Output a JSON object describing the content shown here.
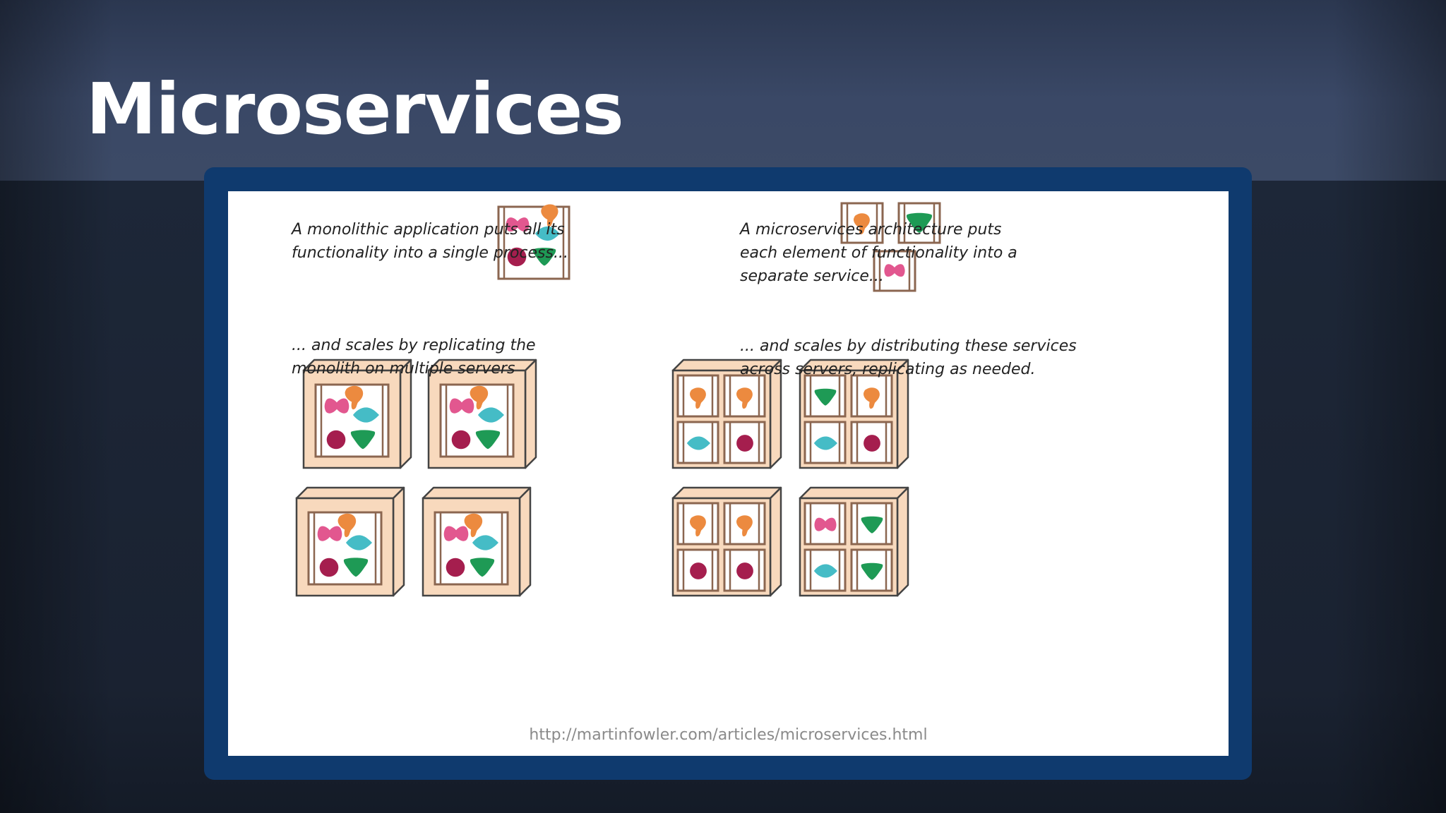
{
  "slide": {
    "title": "Microservices"
  },
  "diagram": {
    "monolith_text_1": [
      "A monolithic application puts all its",
      "functionality into a single process..."
    ],
    "monolith_text_2": [
      "... and scales by replicating the",
      "monolith on multiple servers"
    ],
    "micro_text_1": [
      "A microservices architecture puts",
      "each element of functionality into a",
      "separate service..."
    ],
    "micro_text_2": [
      "... and scales by distributing these services",
      "across servers, replicating as needed."
    ],
    "source_url": "http://martinfowler.com/articles/microservices.html",
    "colors": {
      "pink": "#e2578f",
      "orange": "#ec8a3f",
      "teal": "#45bcc6",
      "crimson": "#a51e4e",
      "green": "#1e9a55",
      "server_fill": "#f8d9bd",
      "outline": "#444444",
      "process_frame": "#8b6650"
    },
    "monolith_servers": [
      {
        "shapes": [
          "pink",
          "orange",
          "teal",
          "crimson",
          "green"
        ]
      },
      {
        "shapes": [
          "pink",
          "orange",
          "teal",
          "crimson",
          "green"
        ]
      },
      {
        "shapes": [
          "pink",
          "orange",
          "teal",
          "crimson",
          "green"
        ]
      },
      {
        "shapes": [
          "pink",
          "orange",
          "teal",
          "crimson",
          "green"
        ]
      }
    ],
    "microservice_servers": [
      {
        "cells": [
          "orange",
          "orange",
          "teal",
          "crimson"
        ]
      },
      {
        "cells": [
          "green",
          "orange",
          "teal",
          "crimson"
        ]
      },
      {
        "cells": [
          "orange",
          "orange",
          "crimson",
          "crimson"
        ]
      },
      {
        "cells": [
          "pink",
          "green",
          "teal",
          "green"
        ]
      }
    ]
  }
}
